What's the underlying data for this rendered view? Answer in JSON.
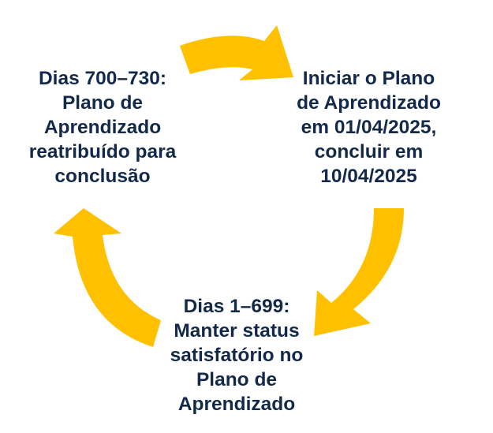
{
  "colors": {
    "arrow": "#FFC000",
    "text": "#12294A",
    "background": "#FFFFFF"
  },
  "nodes": [
    {
      "id": "top-left",
      "lines": [
        "Dias 700–730:",
        "Plano de",
        "Aprendizado",
        "reatribuído para",
        "conclusão"
      ]
    },
    {
      "id": "right",
      "lines": [
        "Iniciar o Plano",
        "de Aprendizado",
        "em 01/04/2025,",
        "concluir em",
        "10/04/2025"
      ]
    },
    {
      "id": "bottom",
      "lines": [
        "Dias 1–699:",
        "Manter status",
        "satisfatório no",
        "Plano de",
        "Aprendizado"
      ]
    }
  ],
  "arrows": [
    {
      "from": "top-left",
      "to": "right",
      "style": "curved-block-arrow"
    },
    {
      "from": "right",
      "to": "bottom",
      "style": "curved-block-arrow"
    },
    {
      "from": "bottom",
      "to": "top-left",
      "style": "curved-block-arrow"
    }
  ]
}
